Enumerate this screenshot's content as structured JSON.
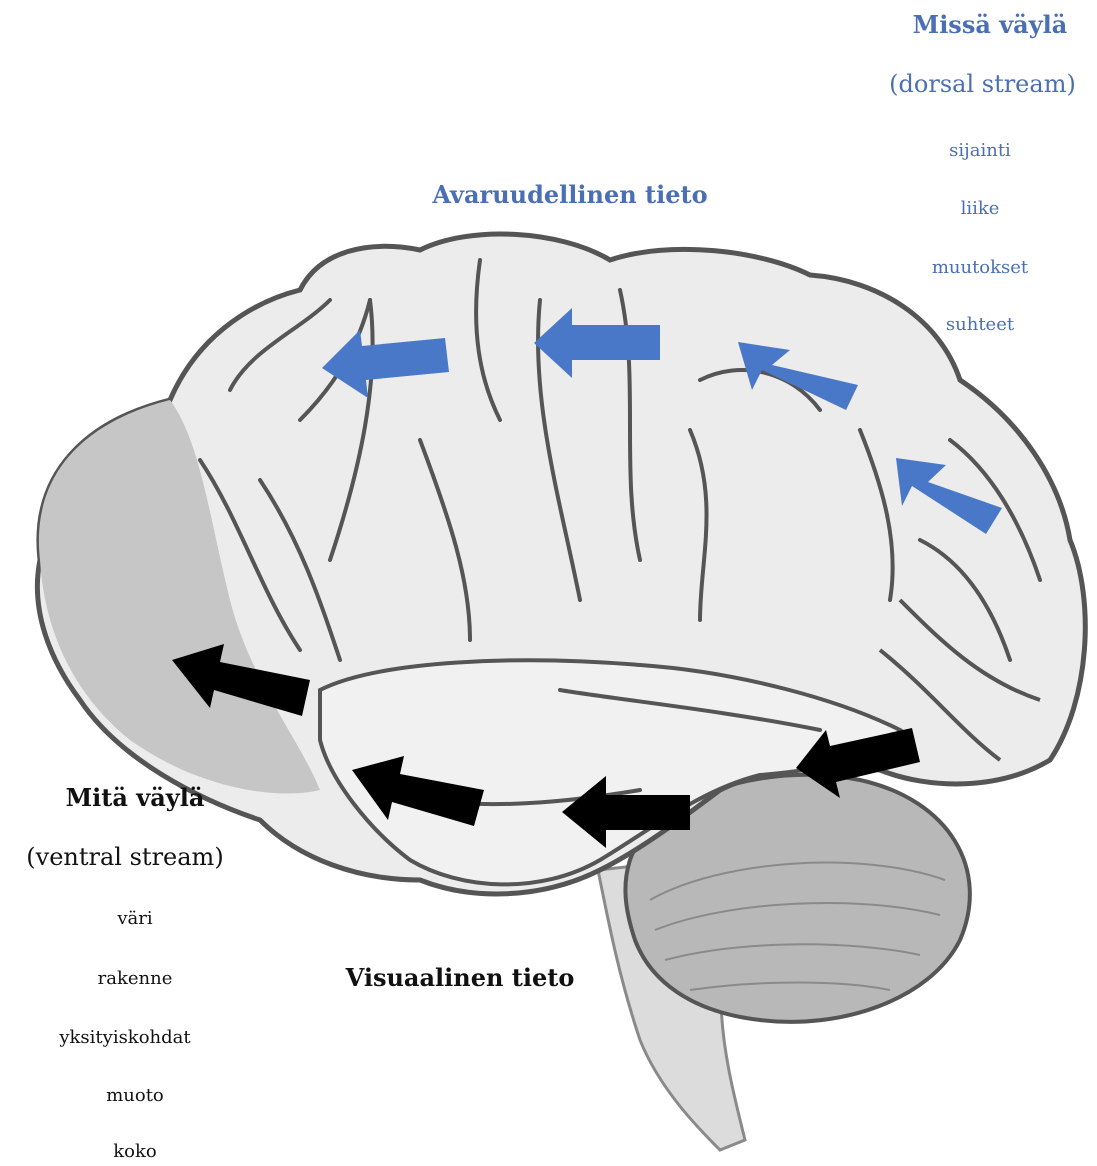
{
  "dorsal": {
    "title": "Missä väylä",
    "subtitle": "(dorsal stream)",
    "items": [
      "sijainti",
      "liike",
      "muutokset",
      "suhteet"
    ],
    "color": "#4a6fb5"
  },
  "ventral": {
    "title": "Mitä väylä",
    "subtitle": "(ventral stream)",
    "items": [
      "väri",
      "rakenne",
      "yksityiskohdat",
      "muoto",
      "koko"
    ],
    "color": "#111111"
  },
  "labels": {
    "spatial": "Avaruudellinen tieto",
    "visual": "Visuaalinen tieto"
  },
  "colors": {
    "dorsal_arrow": "#4a78c8",
    "ventral_arrow": "#000000",
    "brain_fill": "#ececec",
    "brain_outline": "#555555"
  }
}
